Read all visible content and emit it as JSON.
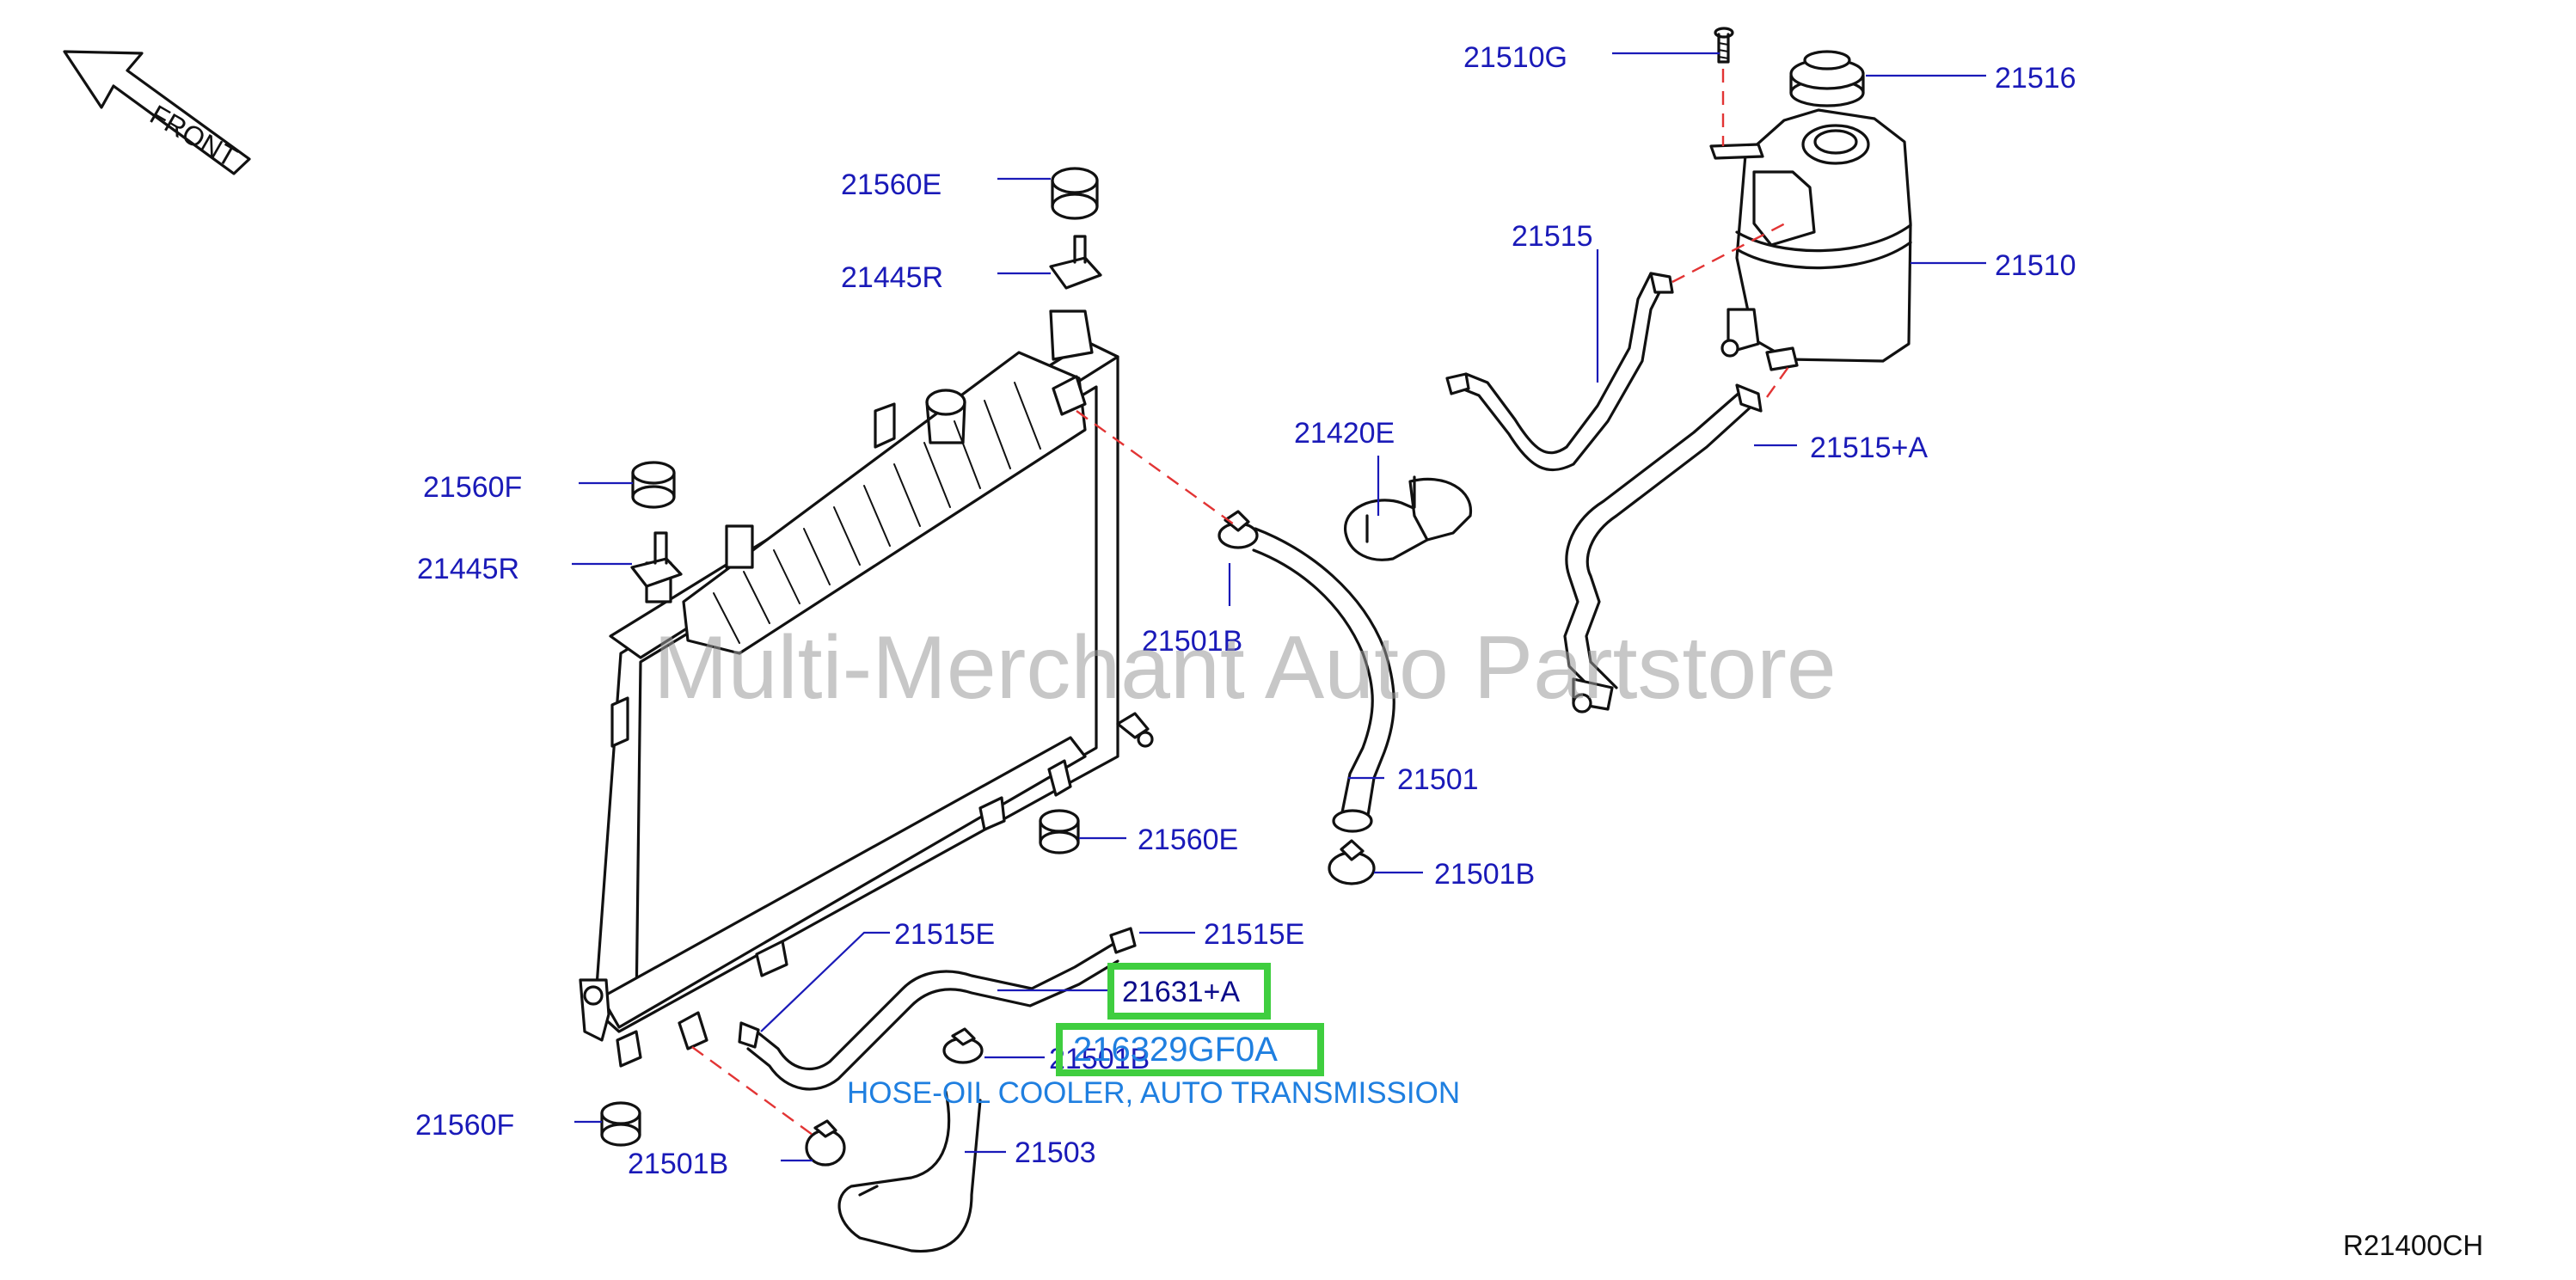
{
  "front_label": "FRONT",
  "watermark": "Multi-Merchant Auto Partstore",
  "diagram_code": "R21400CH",
  "labels": {
    "p21510G": "21510G",
    "p21516": "21516",
    "p21515": "21515",
    "p21510": "21510",
    "p21560E_top": "21560E",
    "p21445R_top": "21445R",
    "p21420E": "21420E",
    "p21515A": "21515+A",
    "p21560F_top": "21560F",
    "p21445R_left": "21445R",
    "p21501B_upper": "21501B",
    "p21501": "21501",
    "p21560E_mid": "21560E",
    "p21501B_right": "21501B",
    "p21515E_left": "21515E",
    "p21515E_right": "21515E",
    "p21631A": "21631+A",
    "p21501B_lower": "21501B",
    "p21560F_bottom": "21560F",
    "p21501B_bottom": "21501B",
    "p21503": "21503"
  },
  "highlight": {
    "part_number": "216329GF0A",
    "description": "HOSE-OIL COOLER, AUTO TRANSMISSION"
  },
  "colors": {
    "label_blue": "#1a1ab8",
    "highlight_green": "#3fce3f",
    "part_blue": "#1f7fe0",
    "guide_red": "#e23434"
  }
}
